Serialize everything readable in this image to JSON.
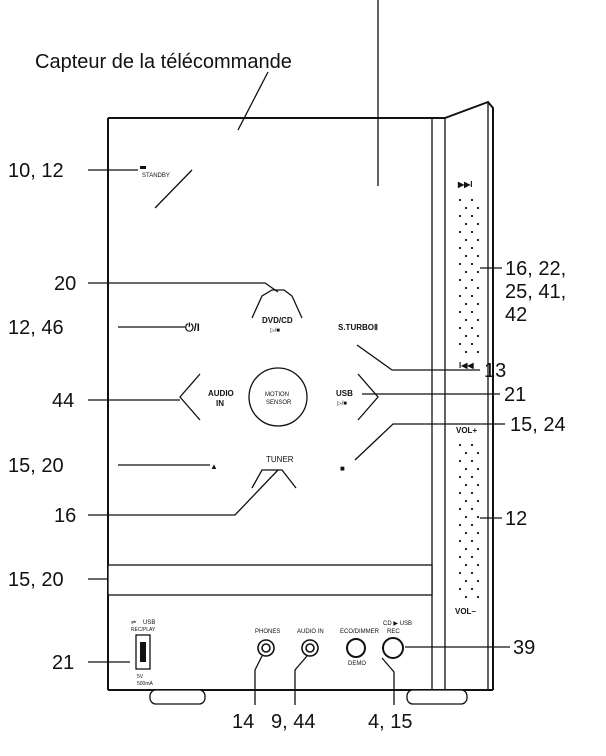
{
  "title": "Capteur de la télécommande",
  "callouts": {
    "c_10_12": "10, 12",
    "c_20a": "20",
    "c_12_46": "12, 46",
    "c_44": "44",
    "c_15_20a": "15, 20",
    "c_16": "16",
    "c_15_20b": "15, 20",
    "c_21a": "21",
    "c_16_22": "16, 22,",
    "c_25_41": "25, 41,",
    "c_42": "42",
    "c_13": "13",
    "c_21b": "21",
    "c_15_24": "15, 24",
    "c_12r": "12",
    "c_39": "39",
    "c_14": "14",
    "c_9_44": "9, 44",
    "c_4_15": "4, 15"
  },
  "panel": {
    "standby": "STANDBY",
    "power": "⏻/I",
    "dvd_cd": "DVD/CD",
    "play_stop_dvd": "▷/■",
    "s_turbo": "S.TURBOⅡ",
    "audio": "AUDIO",
    "in": "IN",
    "motion": "MOTION",
    "sensor": "SENSOR",
    "usb": "USB",
    "play_stop_usb": "▷/■",
    "eject": "▲",
    "stop": "■",
    "tuner": "TUNER",
    "usb_port": "USB",
    "rec_play": "REC/PLAY",
    "voltage": "5V",
    "current": "500mA",
    "phones": "PHONES",
    "audio_in": "AUDIO IN",
    "eco_dimmer": "ECO/DIMMER",
    "demo": "DEMO",
    "cd_usb": "CD ▶ USB",
    "rec": "REC",
    "next": "▶▶I",
    "prev": "I◀◀",
    "vol_plus": "VOL+",
    "vol_minus": "VOL–"
  }
}
